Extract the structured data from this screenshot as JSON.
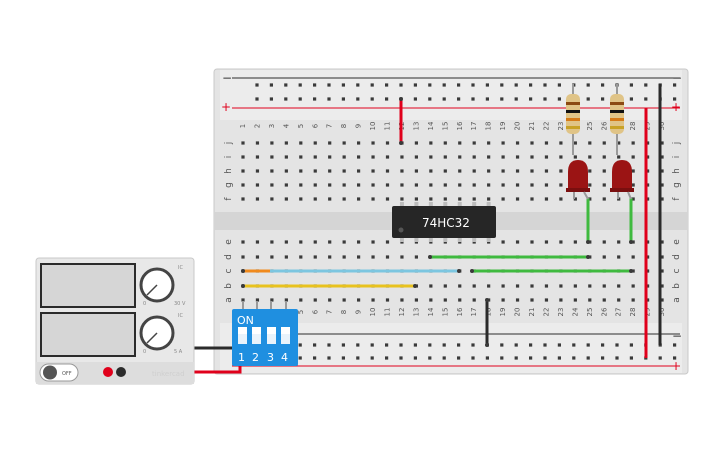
{
  "colors": {
    "board": "#e6e6e6",
    "hole": "#3a3a3a",
    "rail_red": "#e0001b",
    "rail_dark": "#2b2b2b",
    "wire_red": "#e0001b",
    "wire_black": "#2b2b2b",
    "wire_green": "#3fba3f",
    "wire_blue": "#7cc6e0",
    "wire_yellow": "#e8c21e",
    "wire_orange": "#f08a1d",
    "dip_switch": "#1f8fe0",
    "led": "#9b1414",
    "ic_body": "#262626"
  },
  "breadboard": {
    "rail_plus": "+",
    "rail_minus": "−",
    "row_letters_top": [
      "j",
      "i",
      "h",
      "g",
      "f"
    ],
    "row_letters_bottom": [
      "e",
      "d",
      "c",
      "b",
      "a"
    ],
    "column_numbers": [
      "1",
      "2",
      "3",
      "4",
      "5",
      "6",
      "7",
      "8",
      "9",
      "10",
      "11",
      "12",
      "13",
      "14",
      "15",
      "16",
      "17",
      "18",
      "19",
      "20",
      "21",
      "22",
      "23",
      "24",
      "25",
      "26",
      "27",
      "28",
      "29",
      "30"
    ]
  },
  "chip": {
    "label": "74HC32"
  },
  "dip_switch": {
    "on_label": "ON",
    "switch_labels": [
      "1",
      "2",
      "3",
      "4"
    ]
  },
  "power_supply": {
    "knob_top_label": "IC",
    "knob_top_scale_min": "0",
    "knob_top_scale_max": "30 V",
    "knob_bottom_label": "IC",
    "knob_bottom_scale_min": "0",
    "knob_bottom_scale_max": "5 A",
    "power_button_label": "OFF",
    "brand": "tinkercad"
  },
  "components": {
    "resistor_icon": "resistor-icon",
    "led_icon": "led-icon",
    "chip_icon": "ic-chip-icon",
    "supply_icon": "power-supply-icon"
  }
}
